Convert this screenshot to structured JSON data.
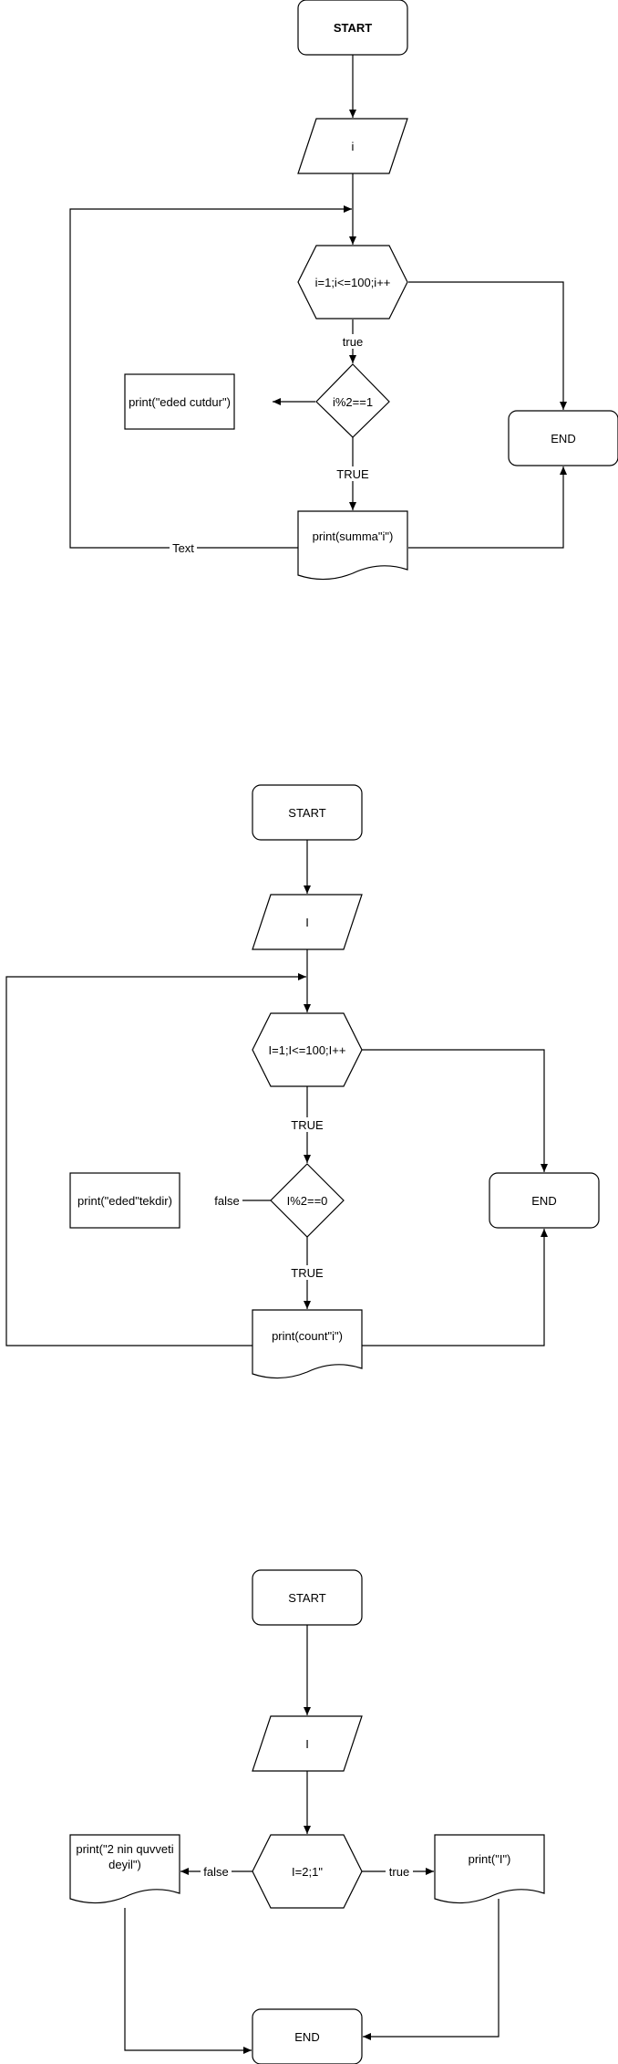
{
  "diagram1": {
    "start": "START",
    "input": "i",
    "loop": "i=1;i<=100;i++",
    "condition": "i%2==1",
    "false_output": "print(\"eded cutdur\")",
    "doc_output": "print(summa\"i\")",
    "end": "END",
    "edge_true_1": "true",
    "edge_true_2": "TRUE",
    "edge_back": "Text"
  },
  "diagram2": {
    "start": "START",
    "input": "I",
    "loop": "I=1;I<=100;I++",
    "condition": "I%2==0",
    "false_output": "print(\"eded\"tekdir)",
    "doc_output": "print(count\"i\")",
    "end": "END",
    "edge_true_1": "TRUE",
    "edge_true_2": "TRUE",
    "edge_false": "false"
  },
  "diagram3": {
    "start": "START",
    "input": "I",
    "decision": "I=2;1\"",
    "false_output_line1": "print(\"2 nin quvveti",
    "false_output_line2": "deyil\")",
    "true_output": "print(\"I\")",
    "end": "END",
    "edge_false": "false",
    "edge_true": "true"
  },
  "colors": {
    "stroke": "#000000",
    "fill": "#ffffff",
    "text": "#000000"
  }
}
